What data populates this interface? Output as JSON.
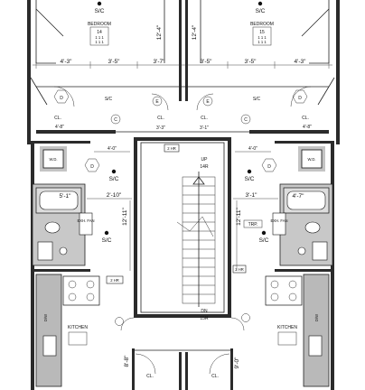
{
  "rooms": {
    "bedroom_left": {
      "name": "BEDROOM",
      "number": "14",
      "lines": [
        "1 1 1",
        "1 1 1"
      ]
    },
    "bedroom_right": {
      "name": "BEDROOM",
      "number": "15",
      "lines": [
        "1 1 1",
        "1 1 1"
      ]
    },
    "sc_top_left": "S/C",
    "sc_top_right": "S/C",
    "sc_mid_left": "S/C",
    "sc_mid_right": "S/C",
    "sc_lower_left": "S/C",
    "sc_lower_right": "S/C",
    "sc_door_left": "S/C",
    "sc_door_right": "S/C",
    "closet_left": "CL.",
    "closet_right": "CL.",
    "closet_center_left": "CL.",
    "closet_center_right": "CL.",
    "closet_bottom_left": "CL.",
    "closet_bottom_right": "CL.",
    "wd_left": "W.D.",
    "wd_right": "W.D.",
    "kitchen_left": "KITCHEN",
    "kitchen_right": "KITCHEN",
    "dw_left": "D/W",
    "dw_right": "D/W",
    "trp": "TRP.",
    "exh_fan_left": "EXH. FAN",
    "exh_fan_right": "EXH. FAN"
  },
  "stair": {
    "up_label": "UP",
    "up_count": "14R",
    "dn_label": "DN",
    "dn_count": "15R",
    "hr_top": "2 HR",
    "hr_left": "2 HR",
    "hr_right": "2 HR"
  },
  "door_tags": {
    "d_left": "D",
    "d_right": "D",
    "c_left": "C",
    "c_right": "C",
    "e_left": "E",
    "e_right": "E",
    "d_mid_left": "D",
    "d_mid_right": "D"
  },
  "dimensions": {
    "top_row": [
      "4'-3\"",
      "3'-5\"",
      "3'-7\"",
      "3'-5\"",
      "3'-5\"",
      "4'-3\""
    ],
    "bedroom_depth_left": "12'-4\"",
    "bedroom_depth_right": "12'-4\"",
    "closet_row": [
      "3'-3\"",
      "3'-1\""
    ],
    "closet_left_width": "4'-8\"",
    "closet_right_width": "4'-8\"",
    "corridor_left": "4'-0\"",
    "corridor_right": "4'-0\"",
    "bath_left": "5'-1\"",
    "bath_right": "4'-7\"",
    "passage_left": "2'-10\"",
    "passage_right": "3'-1\"",
    "stair_height_left": "12'-11\"",
    "stair_height_right": "12'-11\"",
    "bottom_left": "8'-8\"",
    "bottom_right": "9'-0\""
  }
}
